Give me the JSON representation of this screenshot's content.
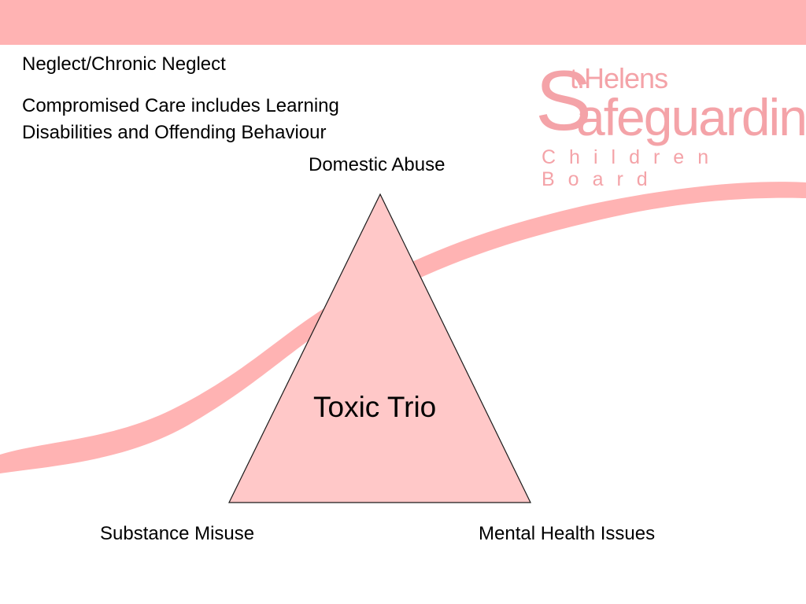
{
  "colors": {
    "top_band": "#ffb3b3",
    "wave": "#ffb3b3",
    "triangle_fill": "#ffc8c8",
    "triangle_stroke": "#1a1a1a",
    "logo": "#f4a3a8",
    "text": "#000000"
  },
  "header": {
    "line1": "Neglect/Chronic Neglect",
    "line2a": "Compromised Care includes Learning",
    "line2b": "Disabilities and Offending Behaviour"
  },
  "logo": {
    "s": "S",
    "helens": "t.Helens",
    "safeguarding": "afeguarding",
    "board": "Children Board"
  },
  "diagram": {
    "center_label": "Toxic Trio",
    "top_label": "Domestic Abuse",
    "left_label": "Substance Misuse",
    "right_label": "Mental Health Issues"
  }
}
